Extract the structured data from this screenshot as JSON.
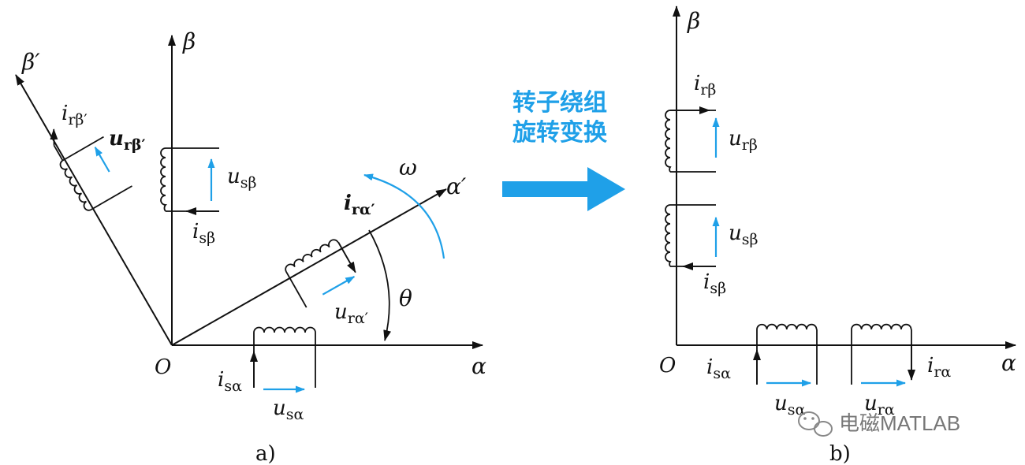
{
  "colors": {
    "accent": "#1fa0e8",
    "ink": "#111111",
    "watermark": "#777777"
  },
  "panel_a": {
    "caption": "a)",
    "origin": "O",
    "axes": {
      "alpha": "α",
      "beta": "β",
      "alpha_prime": "α′",
      "beta_prime": "β′"
    },
    "angle_theta": "θ",
    "omega": "ω",
    "labels": {
      "i_rb_main": "i",
      "i_rb_sub": "rβ′",
      "u_rb_main": "u",
      "u_rb_sub": "rβ′",
      "u_sb_main": "u",
      "u_sb_sub": "sβ",
      "i_sb_main": "i",
      "i_sb_sub": "sβ",
      "i_ra_main": "i",
      "i_ra_sub": "rα′",
      "u_ra_main": "u",
      "u_ra_sub": "rα′",
      "i_sa_main": "i",
      "i_sa_sub": "sα",
      "u_sa_main": "u",
      "u_sa_sub": "sα"
    }
  },
  "transform": {
    "line1": "转子绕组",
    "line2": "旋转变换",
    "arrow_icon": "right-arrow-icon"
  },
  "panel_b": {
    "caption": "b)",
    "origin": "O",
    "axes": {
      "alpha": "α",
      "beta": "β"
    },
    "labels": {
      "i_rb_main": "i",
      "i_rb_sub": "rβ",
      "u_rb_main": "u",
      "u_rb_sub": "rβ",
      "u_sb_main": "u",
      "u_sb_sub": "sβ",
      "i_sb_main": "i",
      "i_sb_sub": "sβ",
      "i_sa_main": "i",
      "i_sa_sub": "sα",
      "u_sa_main": "u",
      "u_sa_sub": "sα",
      "i_ra_main": "i",
      "i_ra_sub": "rα",
      "u_ra_main": "u",
      "u_ra_sub": "rα"
    }
  },
  "watermark": {
    "text": "电磁MATLAB",
    "icon": "wechat-icon"
  }
}
